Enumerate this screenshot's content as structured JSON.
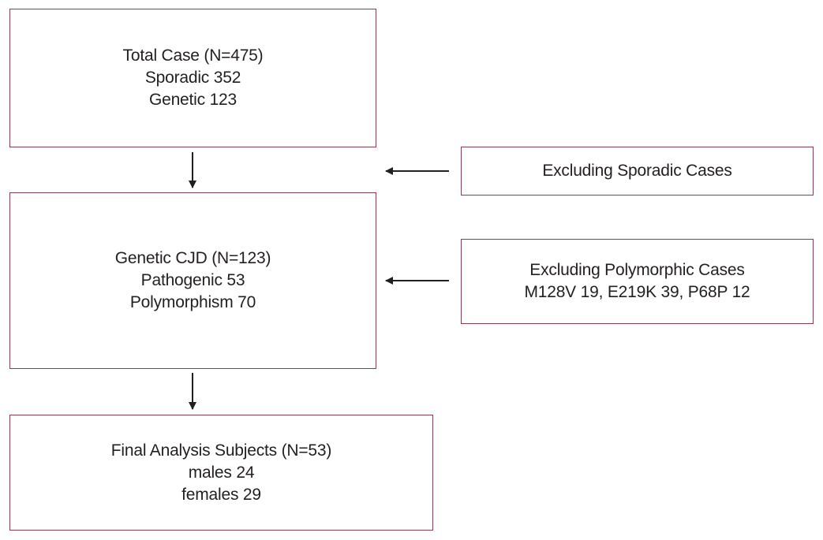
{
  "flowchart": {
    "total_case": {
      "line1": "Total Case (N=475)",
      "line2": "Sporadic 352",
      "line3": "Genetic 123"
    },
    "genetic_cjd": {
      "line1": "Genetic CJD (N=123)",
      "line2": "Pathogenic 53",
      "line3": "Polymorphism 70"
    },
    "final_analysis": {
      "line1": "Final Analysis Subjects (N=53)",
      "line2": "males 24",
      "line3": "females 29"
    },
    "exclude_sporadic": {
      "line1": "Excluding Sporadic Cases"
    },
    "exclude_polymorphic": {
      "line1": "Excluding Polymorphic Cases",
      "line2": "M128V 19, E219K 39, P68P 12"
    }
  },
  "colors": {
    "box_border": "#8a3b4e",
    "arrow": "#231f20",
    "text": "#231f20"
  }
}
